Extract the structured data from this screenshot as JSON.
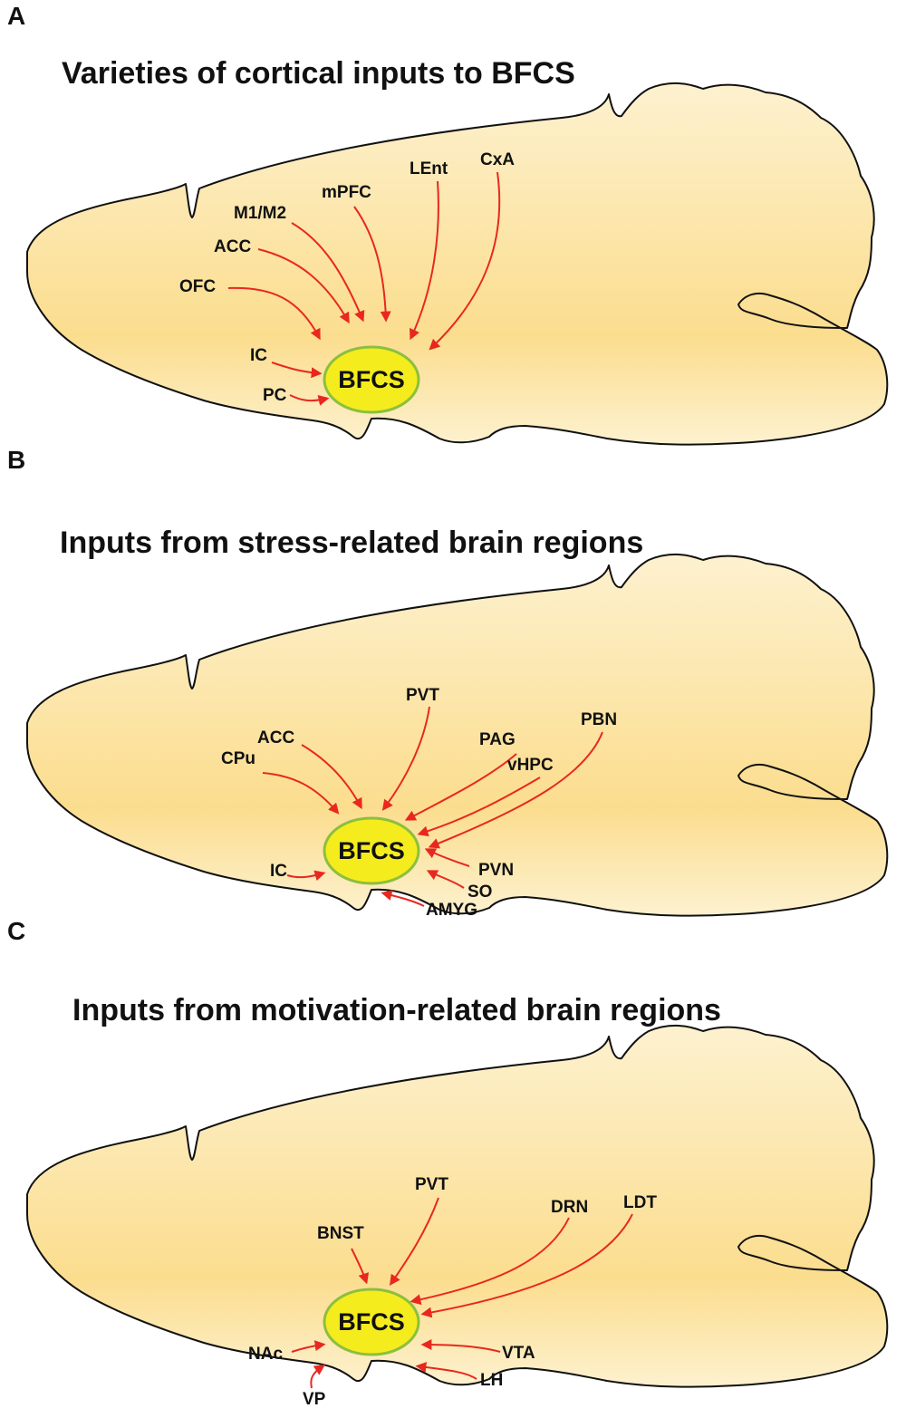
{
  "colors": {
    "brain_fill_light": "#fdf1cf",
    "brain_fill_dark": "#fbdd8e",
    "brain_outline": "#111111",
    "bfcs_fill": "#f5ec1e",
    "bfcs_stroke": "#8cbf3f",
    "arrow": "#e8281f"
  },
  "target_label": "BFCS",
  "panels": [
    {
      "letter": "A",
      "title": "Varieties of cortical inputs to BFCS",
      "inputs": [
        "OFC",
        "ACC",
        "M1/M2",
        "mPFC",
        "LEnt",
        "CxA",
        "IC",
        "PC"
      ]
    },
    {
      "letter": "B",
      "title": "Inputs from stress-related brain regions",
      "inputs": [
        "CPu",
        "ACC",
        "PVT",
        "PAG",
        "vHPC",
        "PBN",
        "PVN",
        "SO",
        "AMYG",
        "IC"
      ]
    },
    {
      "letter": "C",
      "title": "Inputs from  motivation-related  brain regions",
      "inputs": [
        "BNST",
        "PVT",
        "DRN",
        "LDT",
        "VTA",
        "LH",
        "NAc",
        "VP"
      ]
    }
  ]
}
